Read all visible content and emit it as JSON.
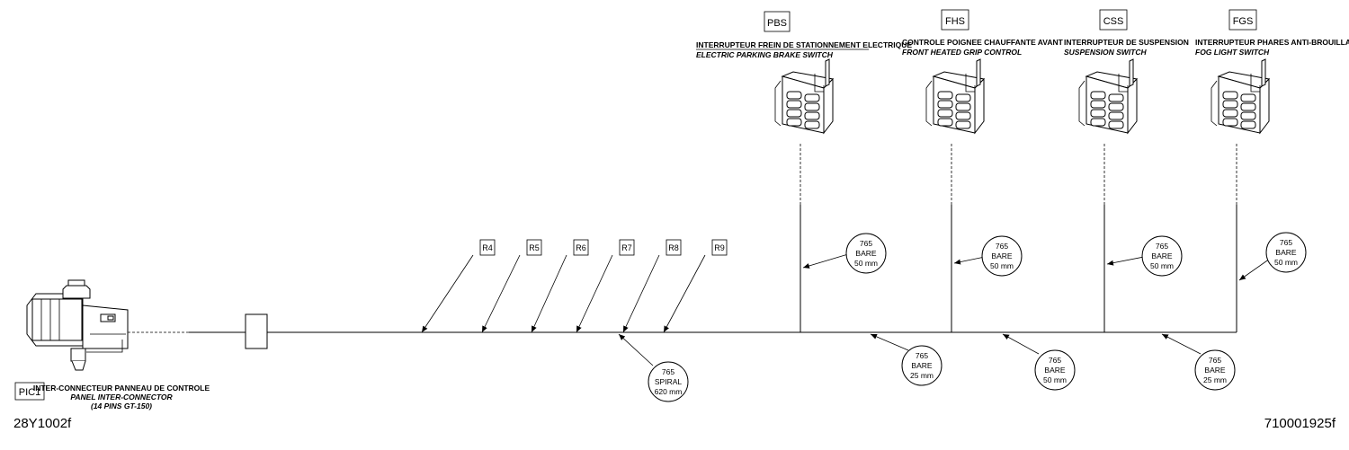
{
  "main_connector": {
    "code": "PIC1",
    "name_fr": "INTER-CONNECTEUR PANNEAU DE CONTROLE",
    "name_en": "PANEL INTER-CONNECTOR",
    "pins": "(14 PINS GT-150)"
  },
  "references": [
    "R4",
    "R5",
    "R6",
    "R7",
    "R8",
    "R9"
  ],
  "trunk_spec": {
    "code": "765",
    "type": "SPIRAL",
    "length": "620 mm"
  },
  "switches": [
    {
      "code": "PBS",
      "name_fr": "INTERRUPTEUR  FREIN DE STATIONNEMENT ELECTRIQUE",
      "name_en": "ELECTRIC PARKING BRAKE SWITCH",
      "branch": {
        "code": "765",
        "type": "BARE",
        "length": "50 mm"
      }
    },
    {
      "code": "FHS",
      "name_fr": "CONTROLE POIGNEE CHAUFFANTE AVANT",
      "name_en": "FRONT HEATED GRIP CONTROL",
      "branch": {
        "code": "765",
        "type": "BARE",
        "length": "50 mm"
      }
    },
    {
      "code": "CSS",
      "name_fr": "INTERRUPTEUR DE SUSPENSION",
      "name_en": "SUSPENSION SWITCH",
      "branch": {
        "code": "765",
        "type": "BARE",
        "length": "50 mm"
      }
    },
    {
      "code": "FGS",
      "name_fr": "INTERRUPTEUR PHARES ANTI-BROUILLARD",
      "name_en": "FOG LIGHT  SWITCH",
      "branch": {
        "code": "765",
        "type": "BARE",
        "length": "50 mm"
      }
    }
  ],
  "segments": [
    {
      "code": "765",
      "type": "BARE",
      "length": "25 mm"
    },
    {
      "code": "765",
      "type": "BARE",
      "length": "50 mm"
    },
    {
      "code": "765",
      "type": "BARE",
      "length": "25 mm"
    }
  ],
  "footer": {
    "left_code": "28Y1002f",
    "right_code": "710001925f"
  }
}
